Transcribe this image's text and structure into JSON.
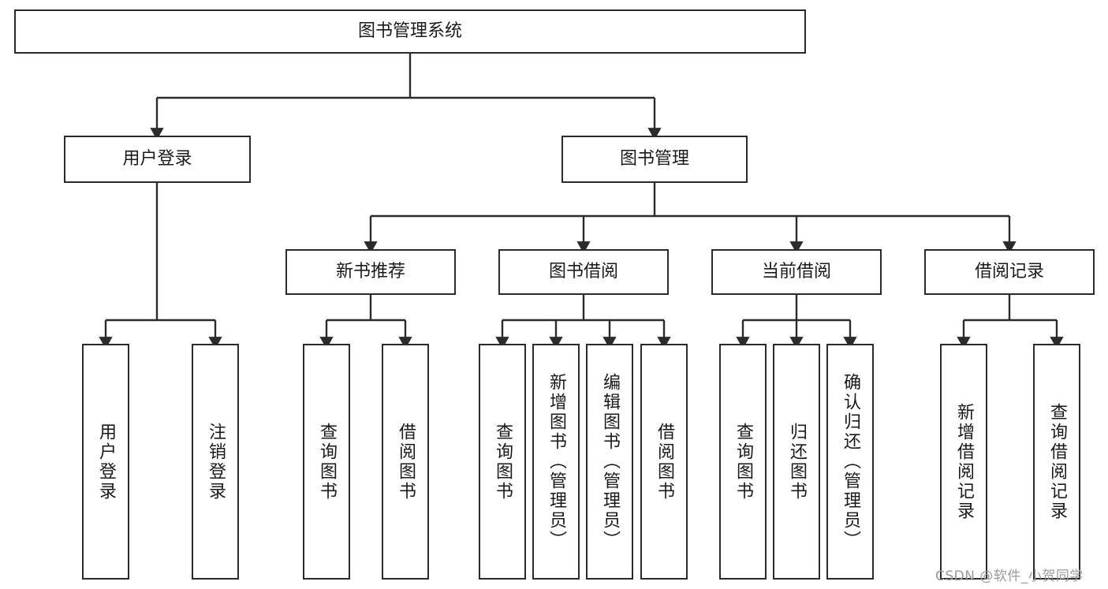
{
  "diagram": {
    "type": "tree-hierarchy-chart",
    "title": "图书管理系统",
    "watermark": "CSDN @软件_小贺同学",
    "colors": {
      "box_border": "#2b2b2b",
      "box_fill": "#ffffff",
      "connector": "#2b2b2b",
      "text": "#1a1a1a",
      "watermark": "#9a9a9a"
    },
    "levels": {
      "root": {
        "label": "图书管理系统"
      },
      "level2": [
        {
          "label": "用户登录"
        },
        {
          "label": "图书管理"
        }
      ],
      "level3": [
        {
          "label": "新书推荐"
        },
        {
          "label": "图书借阅"
        },
        {
          "label": "当前借阅"
        },
        {
          "label": "借阅记录"
        }
      ],
      "leaves": {
        "user_login": [
          {
            "label": "用户登录"
          },
          {
            "label": "注销登录"
          }
        ],
        "new_book_recommend": [
          {
            "label": "查询图书"
          },
          {
            "label": "借阅图书"
          }
        ],
        "book_borrow": [
          {
            "label": "查询图书"
          },
          {
            "label": "新增图书（管理员）"
          },
          {
            "label": "编辑图书（管理员）"
          },
          {
            "label": "借阅图书"
          }
        ],
        "current_borrow": [
          {
            "label": "查询图书"
          },
          {
            "label": "归还图书"
          },
          {
            "label": "确认归还（管理员）"
          }
        ],
        "borrow_record": [
          {
            "label": "新增借阅记录"
          },
          {
            "label": "查询借阅记录"
          }
        ]
      }
    }
  }
}
